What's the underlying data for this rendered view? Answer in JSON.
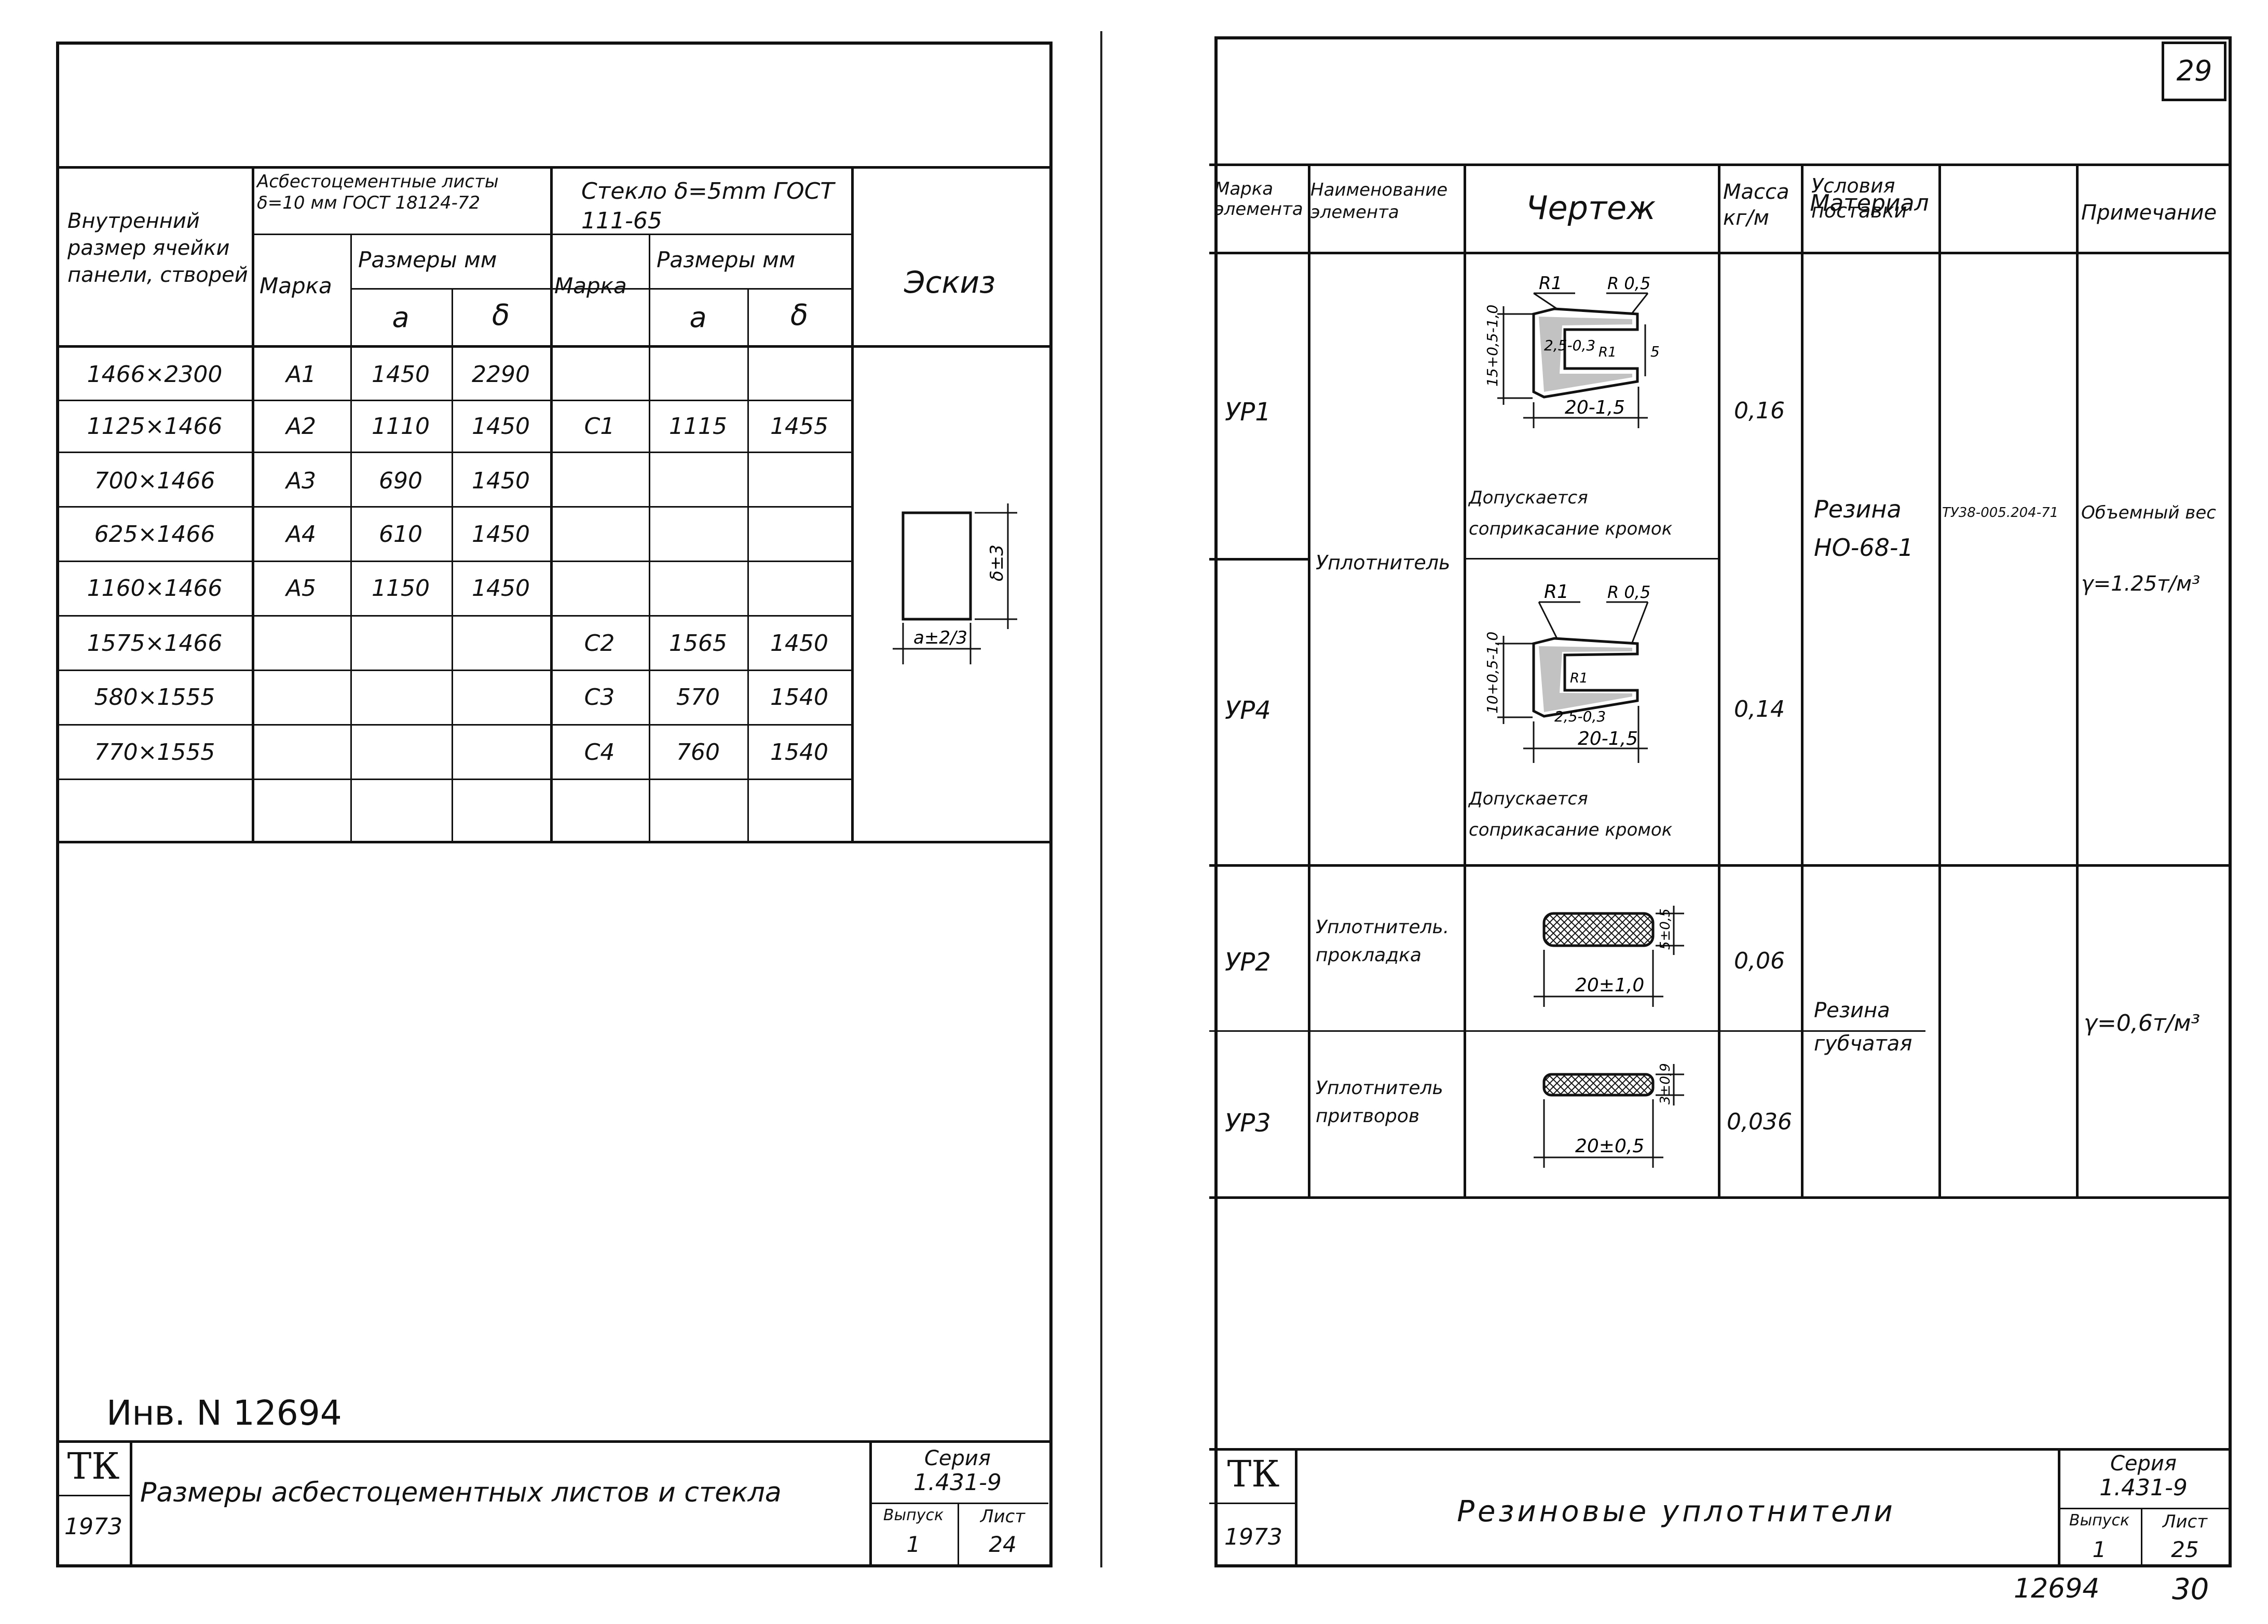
{
  "left_sheet": {
    "table": {
      "head_inner_size": "Внутренний размер ячейки панели, створей",
      "head_asbestos": "Асбестоцементные листы δ=10 мм ГОСТ 18124-72",
      "head_glass": "Стекло δ=5mm ГОСТ 111-65",
      "head_mark": "Марка",
      "head_sizes": "Размеры мм",
      "head_a": "a",
      "head_b": "δ",
      "head_sketch": "Эскиз",
      "rows": [
        {
          "size": "1466×2300",
          "am": "A1",
          "aa": "1450",
          "ab": "2290",
          "gm": "",
          "ga": "",
          "gb": ""
        },
        {
          "size": "1125×1466",
          "am": "A2",
          "aa": "1110",
          "ab": "1450",
          "gm": "C1",
          "ga": "1115",
          "gb": "1455"
        },
        {
          "size": "700×1466",
          "am": "A3",
          "aa": "690",
          "ab": "1450",
          "gm": "",
          "ga": "",
          "gb": ""
        },
        {
          "size": "625×1466",
          "am": "A4",
          "aa": "610",
          "ab": "1450",
          "gm": "",
          "ga": "",
          "gb": ""
        },
        {
          "size": "1160×1466",
          "am": "A5",
          "aa": "1150",
          "ab": "1450",
          "gm": "",
          "ga": "",
          "gb": ""
        },
        {
          "size": "1575×1466",
          "am": "",
          "aa": "",
          "ab": "",
          "gm": "C2",
          "ga": "1565",
          "gb": "1450"
        },
        {
          "size": "580×1555",
          "am": "",
          "aa": "",
          "ab": "",
          "gm": "C3",
          "ga": "570",
          "gb": "1540"
        },
        {
          "size": "770×1555",
          "am": "",
          "aa": "",
          "ab": "",
          "gm": "C4",
          "ga": "760",
          "gb": "1540"
        }
      ],
      "sketch_dim_a": "a±2/3",
      "sketch_dim_b": "δ±3"
    },
    "inventory": "Инв. N 12694",
    "title_block": {
      "org": "ТК",
      "year": "1973",
      "title": "Размеры асбестоцементных листов и стекла",
      "series_label": "Серия",
      "series": "1.431-9",
      "issue_label": "Выпуск",
      "issue": "1",
      "sheet_label": "Лист",
      "sheet": "24"
    }
  },
  "right_sheet": {
    "page_number": "29",
    "table": {
      "head_mark": "Марка элемента",
      "head_name": "Наименование элемента",
      "head_drawing": "Чертеж",
      "head_mass": "Масса кг/м",
      "head_material": "Материал",
      "head_supply": "Условия поставки",
      "head_note": "Примечание",
      "rows": [
        {
          "mark": "УР1",
          "mass": "0,16",
          "note_text": "Допускается соприкасание кромок"
        },
        {
          "mark": "УР4",
          "mass": "0,14",
          "note_text": "Допускается соприкасание кромок"
        },
        {
          "mark": "УР2",
          "mass": "0,06",
          "name": "Уплотнитель. прокладка"
        },
        {
          "mark": "УР3",
          "mass": "0,036",
          "name": "Уплотнитель притворов"
        }
      ],
      "name_group_1": "Уплотнитель",
      "material_1": "Резина НО-68-1",
      "material_2": "Резина губчатая",
      "supply_1": "ТУ38-005.204-71",
      "note_1a": "Объемный вес",
      "note_1b": "γ=1.25т/м³",
      "note_2": "γ=0,6т/м³",
      "drawing_labels": {
        "ur1_r1": "R1",
        "ur1_r05": "R 0,5",
        "ur1_h": "15+0,5-1,0",
        "ur1_w": "2,5-0,3",
        "ur1_r1b": "R1",
        "ur1_s": "5",
        "ur1_base": "20-1,5",
        "ur4_r1": "R1",
        "ur4_r05": "R 0,5",
        "ur4_h": "10+0,5-1,0",
        "ur4_r1b": "R1",
        "ur4_w": "2,5-0,3",
        "ur4_base": "20-1,5",
        "ur2_base": "20±1,0",
        "ur2_h": "5±0,5",
        "ur3_base": "20±0,5",
        "ur3_h": "3±0,9"
      }
    },
    "title_block": {
      "org": "ТК",
      "year": "1973",
      "title": "Резиновые уплотнители",
      "series_label": "Серия",
      "series": "1.431-9",
      "issue_label": "Выпуск",
      "issue": "1",
      "sheet_label": "Лист",
      "sheet": "25"
    },
    "footer_inventory": "12694",
    "footer_page": "30"
  }
}
